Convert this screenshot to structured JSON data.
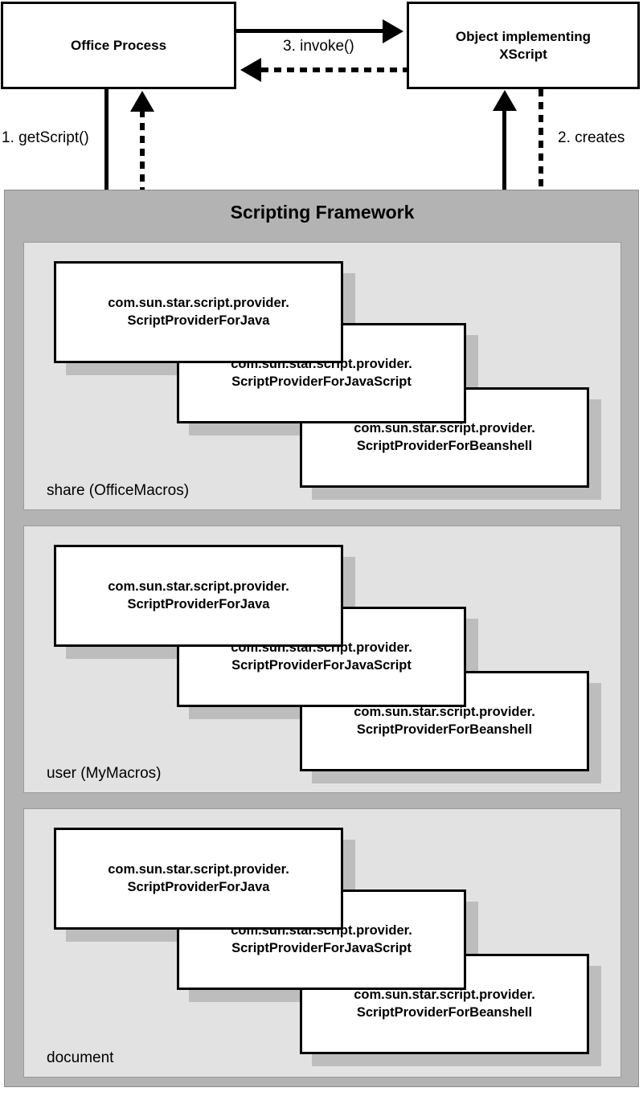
{
  "diagram": {
    "title": "Scripting Framework",
    "actors": {
      "office_process": "Office Process",
      "xscript_object": "Object implementing\nXScript"
    },
    "edges": {
      "get_script": "1. getScript()",
      "creates": "2. creates",
      "invoke": "3. invoke()"
    },
    "provider_prefix": "com.sun.star.script.provider.",
    "providers": [
      "ScriptProviderForJava",
      "ScriptProviderForJavaScript",
      "ScriptProviderForBeanshell"
    ],
    "panels": [
      {
        "label": "share (OfficeMacros)"
      },
      {
        "label": "user (MyMacros)"
      },
      {
        "label": "document"
      }
    ],
    "colors": {
      "framework_bg": "#b3b3b3",
      "panel_bg": "#e2e2e2",
      "card_bg": "#ffffff",
      "card_shadow": "#bdbdbd",
      "stroke": "#000000"
    }
  }
}
